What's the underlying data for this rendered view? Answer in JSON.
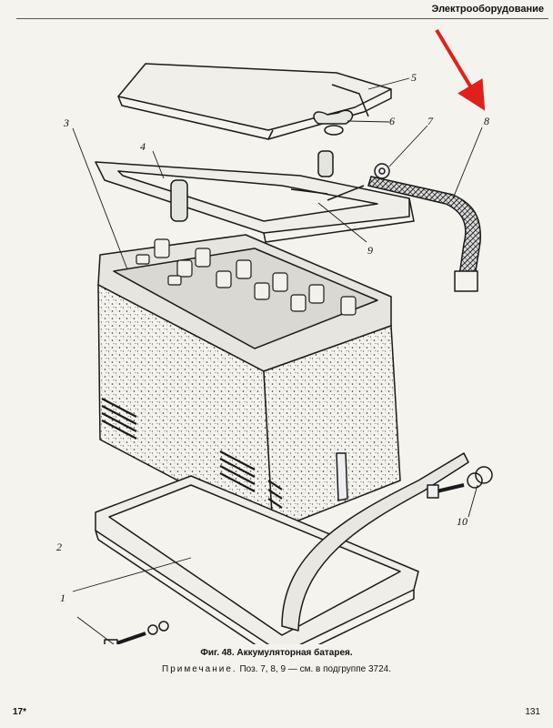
{
  "header": {
    "section_title": "Электрооборудование"
  },
  "figure": {
    "callouts": [
      "1",
      "2",
      "3",
      "4",
      "5",
      "6",
      "7",
      "8",
      "9",
      "10"
    ]
  },
  "caption": {
    "title": "Фиг. 48. Аккумуляторная батарея.",
    "note_label": "Примечание.",
    "note_text": "Поз. 7, 8, 9 — см. в подгруппе 3724."
  },
  "footer": {
    "signature_mark": "17*",
    "page_number": "131"
  },
  "colors": {
    "ink": "#1a1a1a",
    "paper": "#f4f3ee",
    "arrow": "#e0211b"
  }
}
